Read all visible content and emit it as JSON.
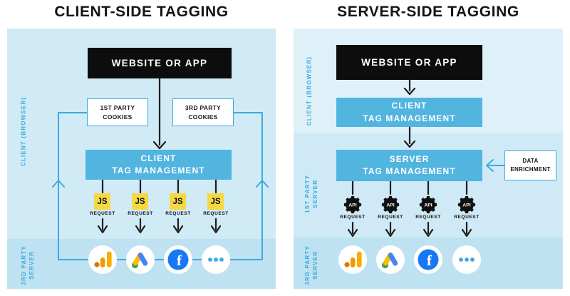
{
  "left": {
    "title": "CLIENT-SIDE TAGGING",
    "client_browser_label": "CLIENT (BROWSER)",
    "third_party_label": "3RD PARTY\nSERVER",
    "website": "WEBSITE OR APP",
    "first_party_cookies": "1ST PARTY\nCOOKIES",
    "third_party_cookies": "3RD PARTY\nCOOKIES",
    "tag_management": "CLIENT\nTAG MANAGEMENT",
    "request_badge": "JS",
    "request_label": "REQUEST"
  },
  "right": {
    "title": "SERVER-SIDE TAGGING",
    "client_browser_label": "CLIENT (BROWSER)",
    "first_party_label": "1ST PARTY\nSERVER",
    "third_party_label": "3RD PARTY\nSERVER",
    "website": "WEBSITE OR APP",
    "client_tag_management": "CLIENT\nTAG MANAGEMENT",
    "server_tag_management": "SERVER\nTAG MANAGEMENT",
    "data_enrichment": "DATA\nENRICHMENT",
    "request_badge": "API",
    "request_label": "REQUEST"
  },
  "icons": [
    "google-analytics",
    "google-ads",
    "facebook",
    "more"
  ],
  "facebook_letter": "f",
  "colors": {
    "accent_blue": "#3fa9dc",
    "box_blue": "#52b5e0",
    "js_yellow": "#f6d844",
    "black": "#0d0d0d",
    "label_blue": "#3fa9dc",
    "facebook_blue": "#1877f2",
    "ga_amber": "#f9ab00",
    "ga_orange": "#e37400",
    "ads_yellow": "#fbbc04",
    "ads_blue": "#4285f4",
    "ads_green": "#34a853",
    "panel_client_right": "#def1f9",
    "panel_client_left": "#d0eaf6",
    "panel_band_third": "#bee2f1"
  }
}
